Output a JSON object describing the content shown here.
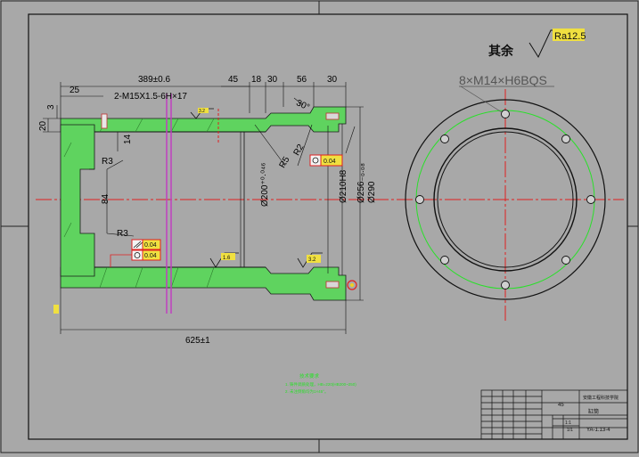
{
  "surface_finish": {
    "label": "其余",
    "value": "Ra12.5"
  },
  "flange_holes": "8×M14×H6BQS",
  "dims": {
    "d389": "389±0.6",
    "d45": "45",
    "d18": "18",
    "d30a": "30",
    "d56": "56",
    "d30b": "30",
    "d25": "25",
    "thread": "2-M15X1.5-6H×17",
    "d3": "3",
    "d20": "20",
    "d14": "14",
    "r3a": "R3",
    "r3b": "R3",
    "d84": "84",
    "angle": "30°",
    "r5": "R5",
    "r2": "R2",
    "dia200": "Ø200⁺⁰·⁰⁴⁶",
    "dia210": "Ø210H8",
    "dia256": "Ø256₋₀.₀₈",
    "dia290": "Ø290",
    "d625": "625±1"
  },
  "tolerance_frames": {
    "perp_right": "0.04",
    "par_left": "0.04",
    "circ_left": "0.04"
  },
  "finish_marks": {
    "top_small": "3.2",
    "bore_mid": "1.6",
    "right_mid": "3.2"
  },
  "notes": {
    "title": "技术要求",
    "line1": "1. 铸件调质处理，HB=220(HB200~250)",
    "line2": "2. 未注倒角均为1×45°。"
  },
  "title_block": {
    "material": "45",
    "part_name": "缸筒",
    "drawing_no": "YA-1.13-4",
    "school": "安徽工程科技学院",
    "scale": "1:1",
    "sheet": "1/1"
  }
}
